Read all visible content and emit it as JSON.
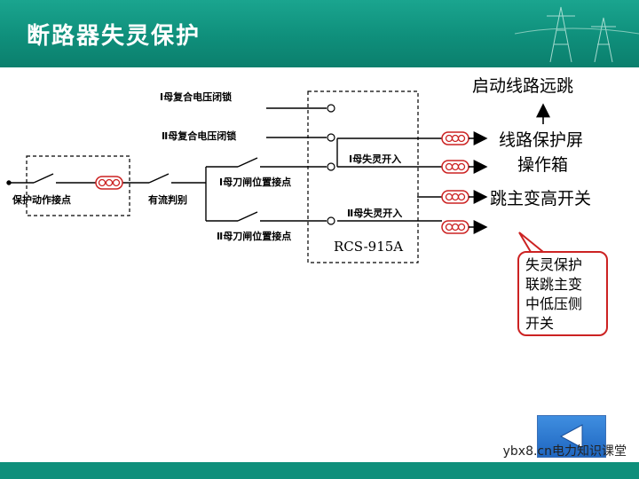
{
  "header": {
    "title": "断路器失灵保护"
  },
  "diagram": {
    "interlock_1": "Ⅰ母复合电压闭锁",
    "interlock_2": "Ⅱ母复合电压闭锁",
    "protection_contact": "保护动作接点",
    "current_check": "有流判别",
    "isolator_1": "Ⅰ母刀闸位置接点",
    "isolator_2": "Ⅱ母刀闸位置接点",
    "input_1": "Ⅰ母失灵开入",
    "input_2": "Ⅱ母失灵开入",
    "device": "RCS-915A",
    "out_remote_trip": "启动线路远跳",
    "out_line_panel_1": "线路保护屏",
    "out_line_panel_2": "操作箱",
    "out_trip_hv": "跳主变高开关"
  },
  "note": {
    "lines": [
      "失灵保护",
      "联跳主变",
      "中低压侧",
      "开关"
    ],
    "border_color": "#cc2222"
  },
  "nav": {
    "icon": "triangle-left-icon"
  },
  "watermark": "ybx8.cn电力知识课堂",
  "colors": {
    "header": "#0f8f7b",
    "relay_link": "#cc2222",
    "button": "#2a74cc"
  }
}
